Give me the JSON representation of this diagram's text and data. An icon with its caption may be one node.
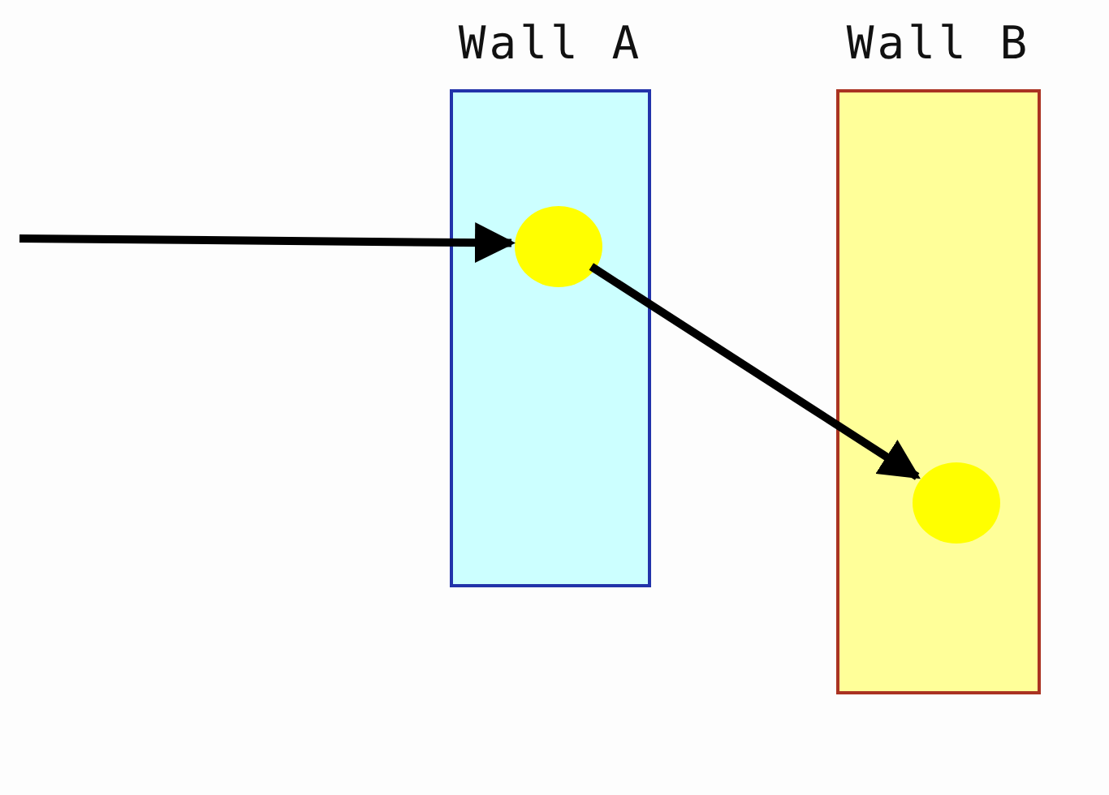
{
  "diagram": {
    "nodes": [
      {
        "text": [
          "Wall A"
        ]
      },
      {
        "text": [
          "Wall B"
        ]
      },
      {
        "text": [],
        "shape": "circle",
        "in": 0
      },
      {
        "text": [],
        "shape": "circle",
        "in": 1
      }
    ],
    "edges": [
      {
        "from": null,
        "to": 2,
        "arrow": "to"
      },
      {
        "from": 2,
        "to": 3,
        "arrow": "to"
      }
    ]
  }
}
